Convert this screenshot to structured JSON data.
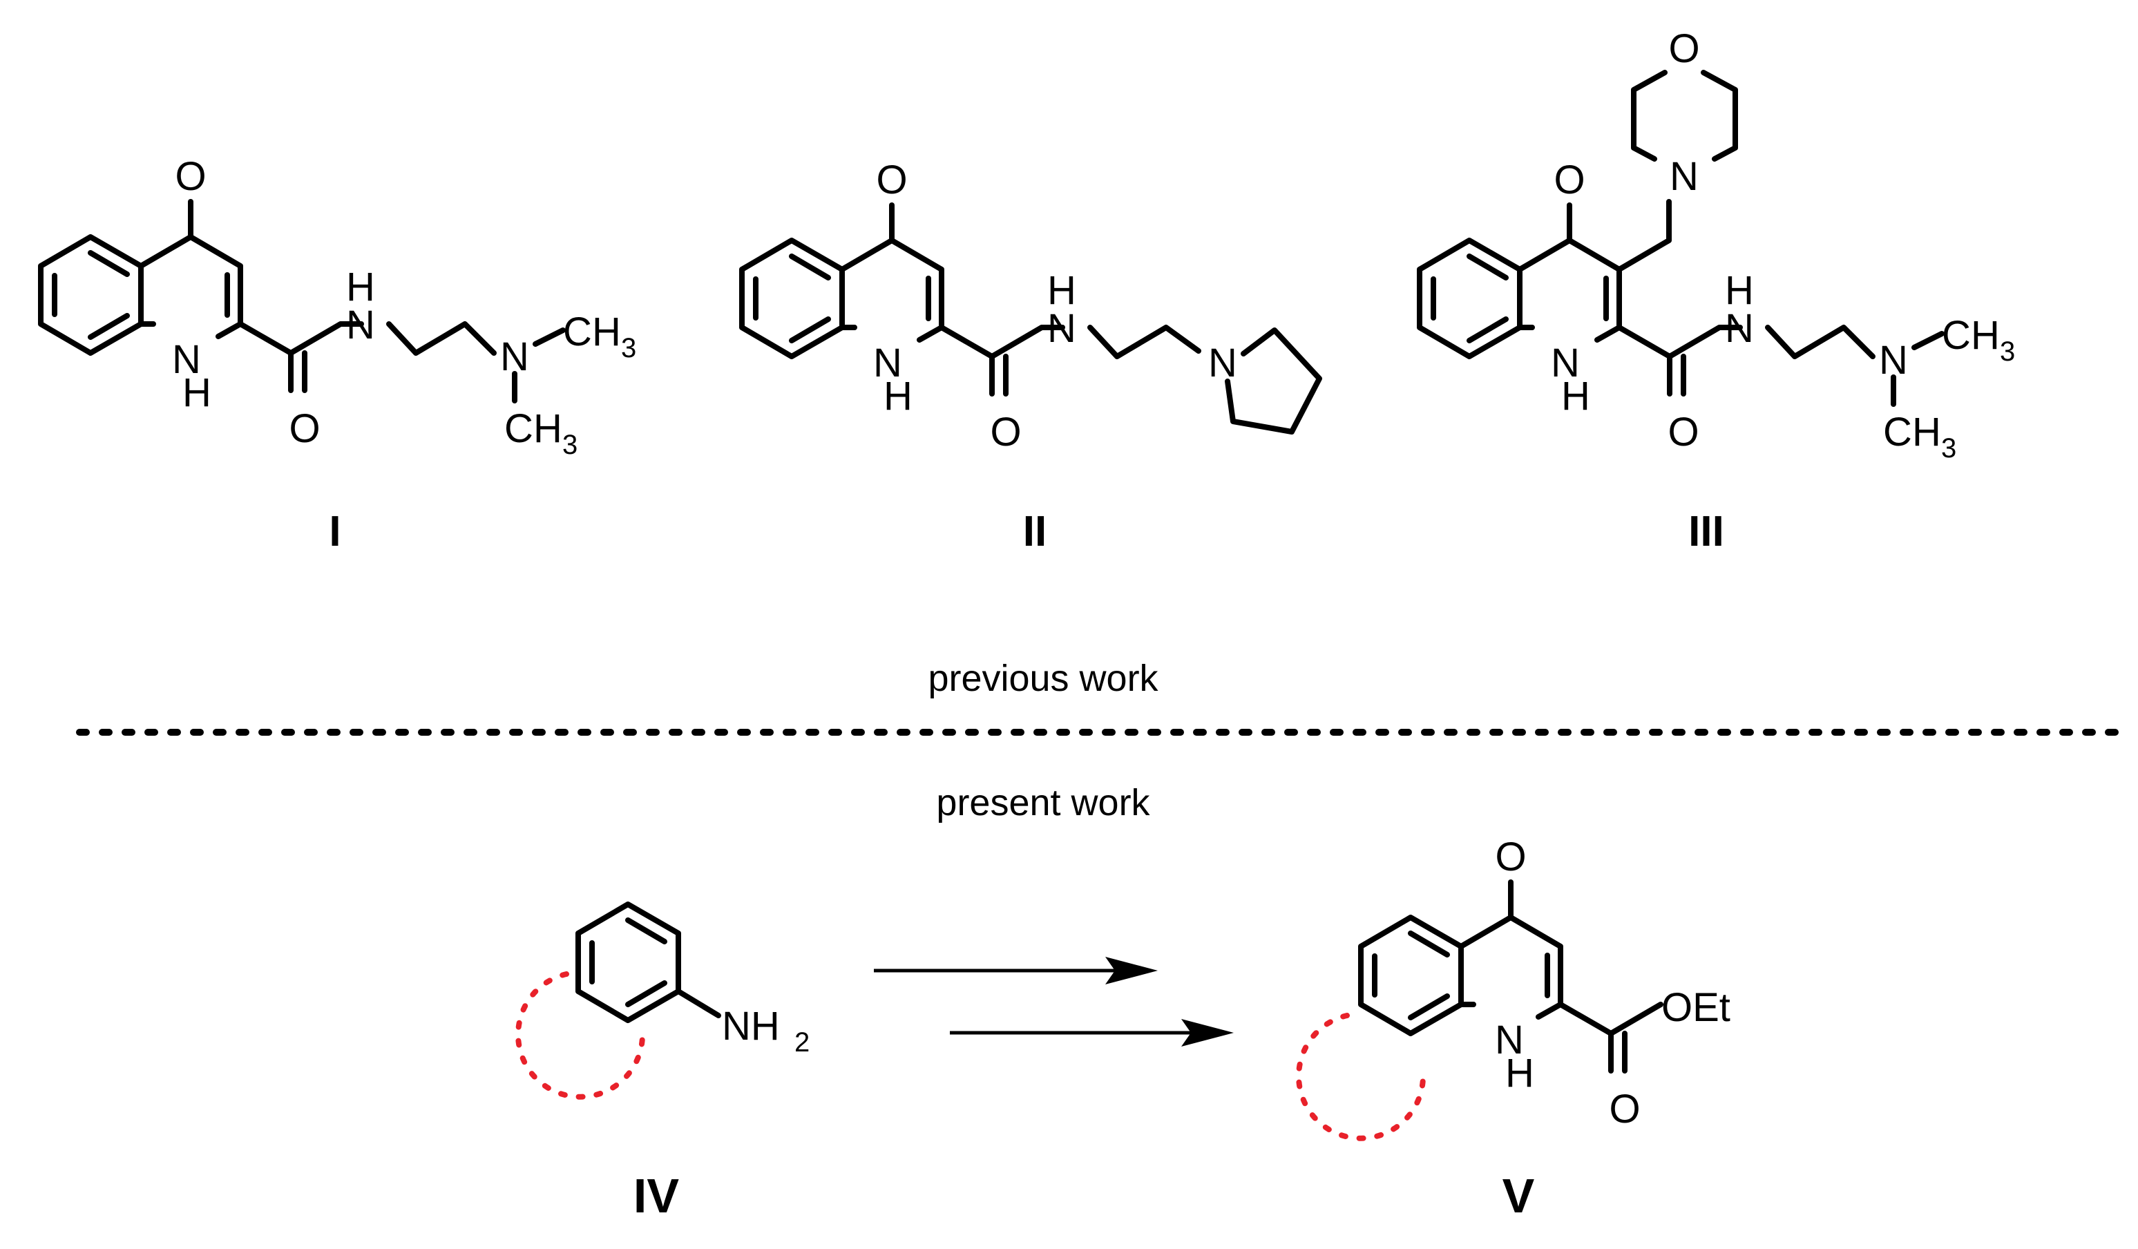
{
  "sections": {
    "previous_work": "previous work",
    "present_work": "present work"
  },
  "compounds": [
    {
      "label": "I"
    },
    {
      "label": "II"
    },
    {
      "label": "III"
    },
    {
      "label": "IV"
    },
    {
      "label": "V"
    }
  ],
  "atoms": {
    "O": "O",
    "N": "N",
    "H": "H",
    "C": "C",
    "NH": "NH",
    "OEt": "OEt",
    "three": "3",
    "two": "2"
  },
  "colors": {
    "ink": "#000000",
    "ring_placeholder": "#e8212a"
  }
}
